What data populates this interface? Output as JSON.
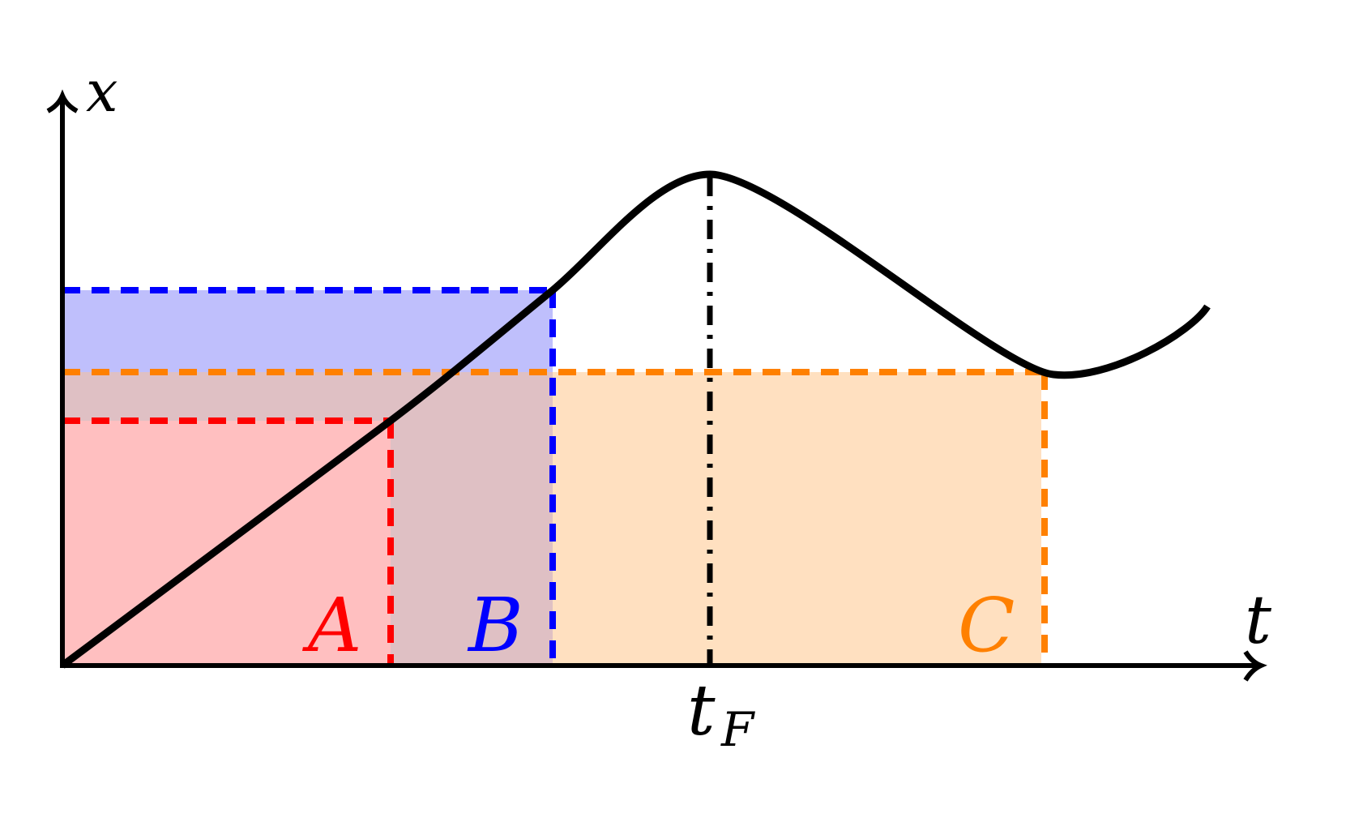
{
  "labels": {
    "y_axis": "x",
    "x_axis": "t",
    "tick_main": "t",
    "tick_sub": "F",
    "region_a": "A",
    "region_b": "B",
    "region_c": "C"
  },
  "colors": {
    "axis": "#000000",
    "curve": "#000000",
    "region_a_line": "#ff0000",
    "region_a_fill": "#ffbfc0",
    "region_b_line": "#0000ff",
    "region_b_fill": "#bfbffc",
    "region_c_line": "#ff8000",
    "region_c_fill": "#ffe0c0",
    "overlap_fill": "#dfc0c4",
    "peak_line": "#000000"
  }
}
